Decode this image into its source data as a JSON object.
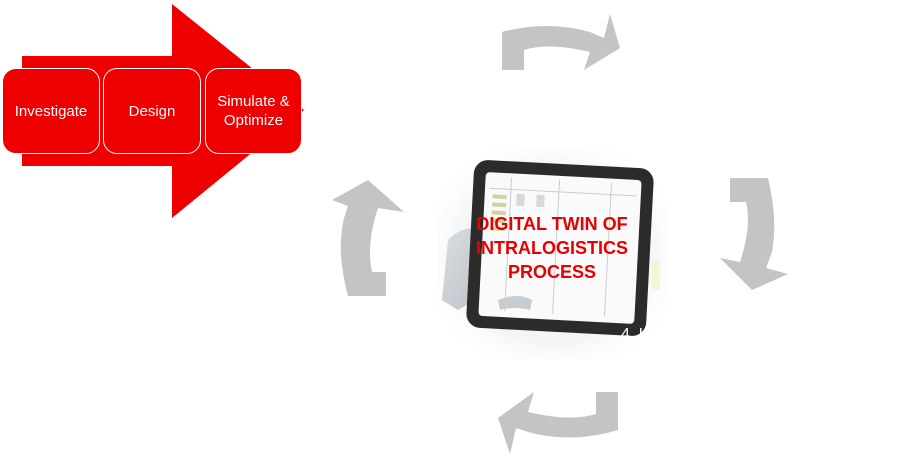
{
  "steps": [
    {
      "label": "Investigate"
    },
    {
      "label": "Design"
    },
    {
      "label": "Simulate & Optimize"
    }
  ],
  "center": {
    "title": "DIGITAL TWIN OF INTRALOGISTICS PROCESS"
  },
  "stage_labels": {
    "bottom_right": "4. LA"
  },
  "colors": {
    "accent_red": "#ee0000",
    "cycle_gray": "#c4c4c4",
    "title_red": "#e60000"
  }
}
